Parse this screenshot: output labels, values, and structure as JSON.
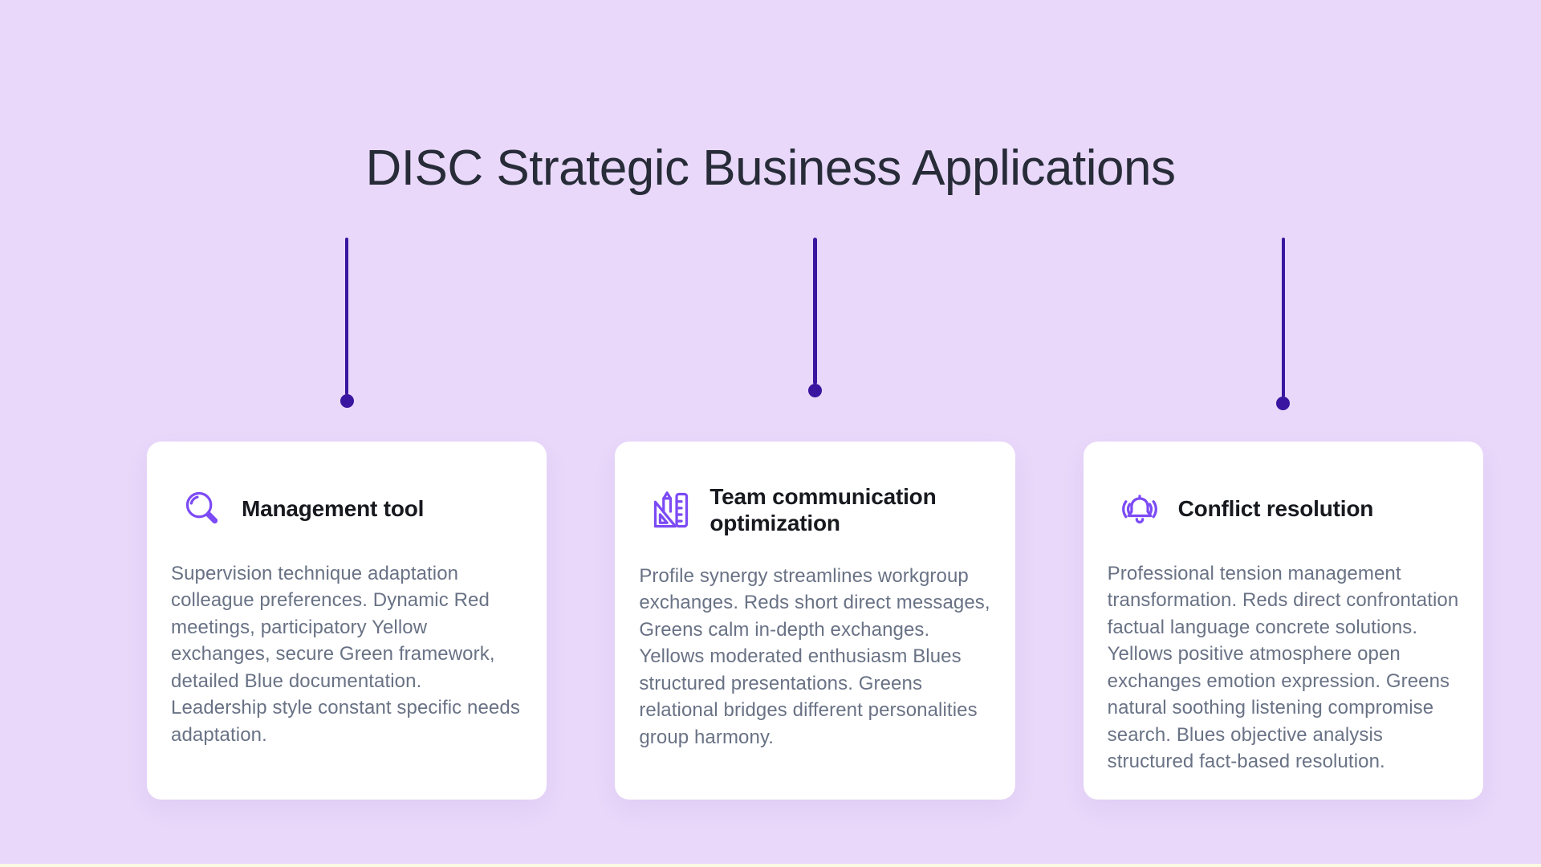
{
  "page": {
    "title": "DISC Strategic Business Applications",
    "background_color": "#e9d8fa",
    "connector_color": "#3a16a0",
    "icon_color": "#7c4bf5",
    "bottom_strip_color": "#fafae3"
  },
  "cards": [
    {
      "icon": "magnifier-icon",
      "title": "Management tool",
      "body": "Supervision technique adaptation colleague preferences. Dynamic Red meetings, participatory Yellow exchanges, secure Green framework, detailed Blue documentation. Leadership style constant specific needs adaptation."
    },
    {
      "icon": "drafting-tools-icon",
      "title": "Team communication optimization",
      "body": "Profile synergy streamlines workgroup exchanges. Reds short direct messages, Greens calm in-depth exchanges. Yellows moderated enthusiasm Blues structured presentations. Greens relational bridges different personalities group harmony."
    },
    {
      "icon": "ringing-bell-icon",
      "title": "Conflict resolution",
      "body": "Professional tension management transformation. Reds direct confrontation factual language concrete solutions. Yellows positive atmosphere open exchanges emotion expression. Greens natural soothing listening compromise search. Blues objective analysis structured fact-based resolution."
    }
  ]
}
